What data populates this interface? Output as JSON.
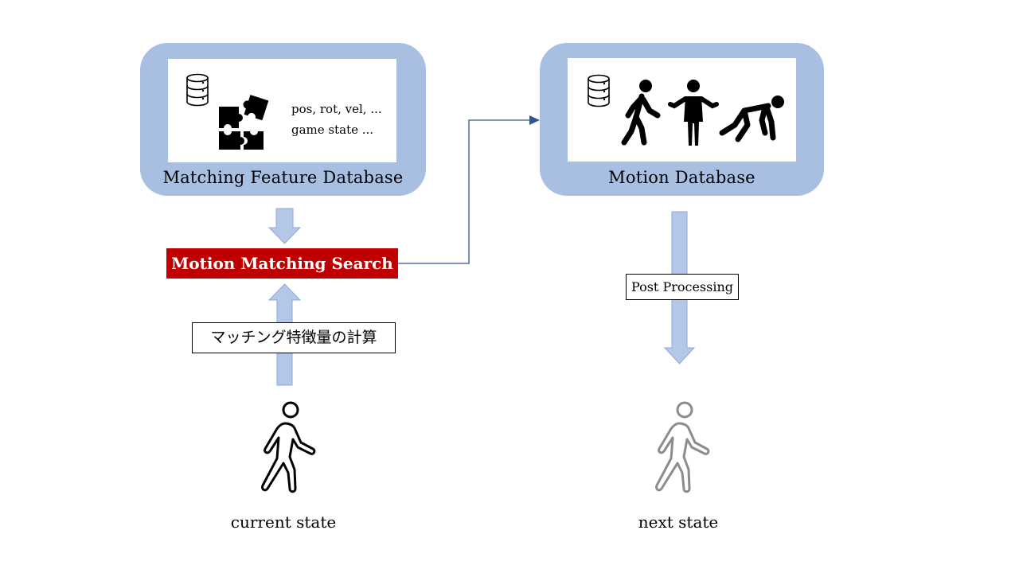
{
  "matching_db": {
    "title": "Matching Feature Database",
    "features_line1": "pos, rot, vel, ...",
    "features_line2": "game state ..."
  },
  "motion_db": {
    "title": "Motion Database"
  },
  "search": {
    "label": "Motion Matching Search"
  },
  "feature_calc": {
    "label": "マッチング特徴量の計算"
  },
  "post_processing": {
    "label": "Post Processing"
  },
  "states": {
    "current": "current state",
    "next": "next state"
  },
  "colors": {
    "box_fill": "#a9bfe2",
    "search_fill": "#c00000",
    "arrow_fill": "#b4c7e7",
    "connector": "#2f5597",
    "next_figure": "#8c8c8c"
  },
  "icons": {
    "database": "database-icon",
    "puzzle": "puzzle-icon",
    "walker": "walking-person-icon",
    "standing": "standing-person-icon",
    "crawler": "crawling-person-icon"
  }
}
